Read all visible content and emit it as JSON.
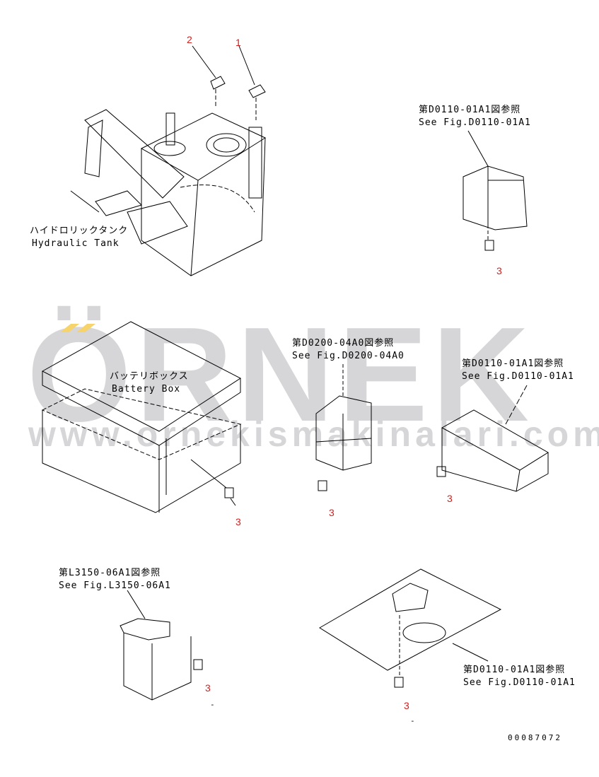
{
  "watermark": {
    "logo": "ÖRNEK",
    "url": "www.ornekismakinalari.com.tr",
    "accent": "#f7d36b",
    "color": "#d6d6d8"
  },
  "labels": {
    "hydraulic_jp": "ハイドロリックタンク",
    "hydraulic_en": "Hydraulic Tank",
    "battery_jp": "バッテリボックス",
    "battery_en": "Battery Box",
    "ref1_jp": "第D0110-01A1図参照",
    "ref1_en": "See Fig.D0110-01A1",
    "ref2_jp": "第D0200-04A0図参照",
    "ref2_en": "See Fig.D0200-04A0",
    "ref3_jp": "第D0110-01A1図参照",
    "ref3_en": "See Fig.D0110-01A1",
    "ref4_jp": "第L3150-06A1図参照",
    "ref4_en": "See Fig.L3150-06A1",
    "ref5_jp": "第D0110-01A1図参照",
    "ref5_en": "See Fig.D0110-01A1"
  },
  "callouts": {
    "c1": "1",
    "c2": "2",
    "c3": "3"
  },
  "footer": {
    "drawing_code": "00087072",
    "dash": "-"
  }
}
